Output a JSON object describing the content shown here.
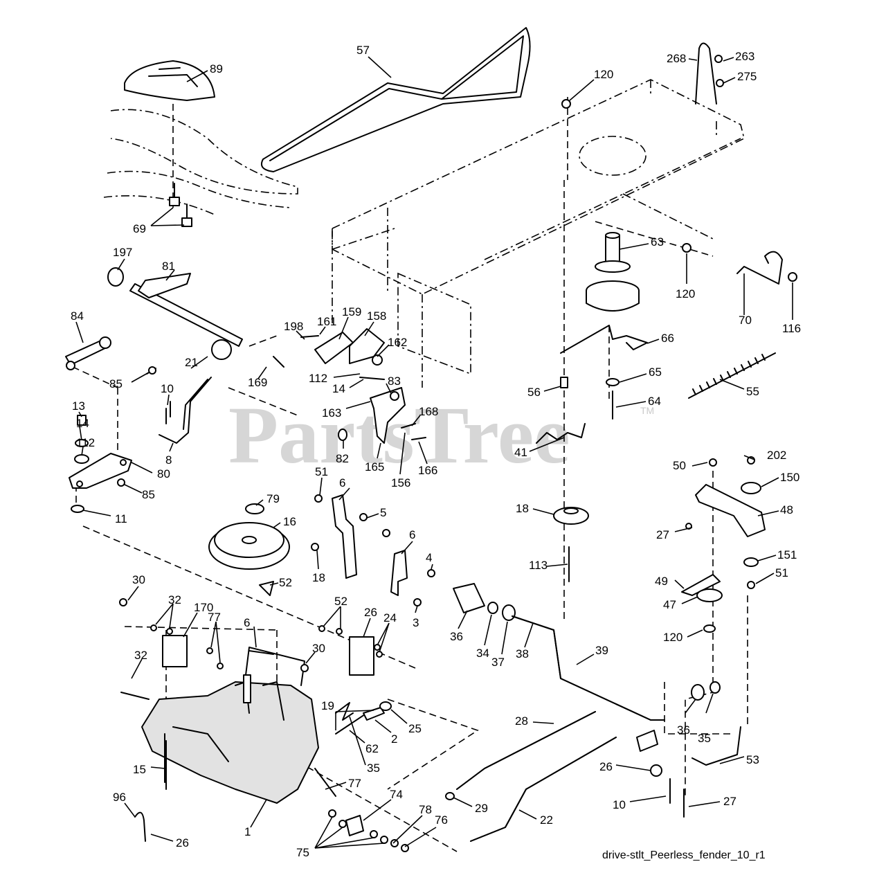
{
  "watermark": {
    "text": "PartsTree",
    "tm": "TM"
  },
  "caption": "drive-stlt_Peerless_fender_10_r1",
  "callouts": [
    "57",
    "89",
    "268",
    "263",
    "275",
    "120",
    "69",
    "197",
    "81",
    "84",
    "85",
    "198",
    "161",
    "159",
    "158",
    "162",
    "112",
    "14",
    "163",
    "83",
    "169",
    "21",
    "10",
    "13",
    "14",
    "112",
    "80",
    "85",
    "11",
    "8",
    "82",
    "165",
    "168",
    "156",
    "166",
    "63",
    "120",
    "70",
    "116",
    "66",
    "65",
    "56",
    "64",
    "55",
    "41",
    "50",
    "202",
    "150",
    "48",
    "27",
    "151",
    "51",
    "49",
    "47",
    "120",
    "18",
    "113",
    "51",
    "6",
    "5",
    "18",
    "6",
    "4",
    "3",
    "79",
    "16",
    "52",
    "30",
    "32",
    "170",
    "77",
    "6",
    "32",
    "30",
    "52",
    "26",
    "24",
    "19",
    "25",
    "2",
    "62",
    "35",
    "36",
    "34",
    "37",
    "38",
    "39",
    "28",
    "26",
    "36",
    "35",
    "53",
    "10",
    "27",
    "29",
    "22",
    "15",
    "96",
    "1",
    "77",
    "74",
    "78",
    "76",
    "75",
    "26"
  ]
}
